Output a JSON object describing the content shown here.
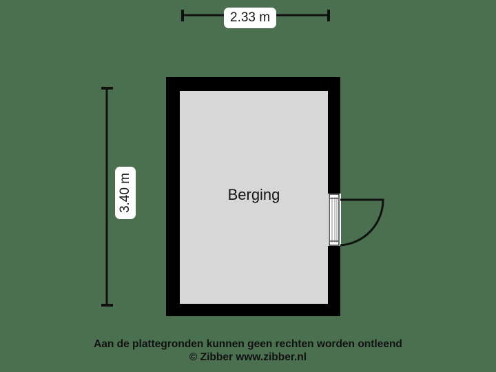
{
  "plan": {
    "background_color": "#4a7050",
    "wall_color": "#000000",
    "floor_color": "#d7d7d7",
    "room": {
      "name": "Berging"
    },
    "dimensions": {
      "top": {
        "label": "2.33 m",
        "value": 2.33,
        "unit": "m",
        "orientation": "horizontal"
      },
      "left": {
        "label": "3.40 m",
        "value": 3.4,
        "unit": "m",
        "orientation": "vertical"
      }
    },
    "door": {
      "name": "door-swing",
      "side": "right",
      "swing": "outward"
    }
  },
  "caption": {
    "line1": "Aan de plattegronden kunnen geen rechten worden ontleend",
    "line2": "© Zibber www.zibber.nl"
  }
}
